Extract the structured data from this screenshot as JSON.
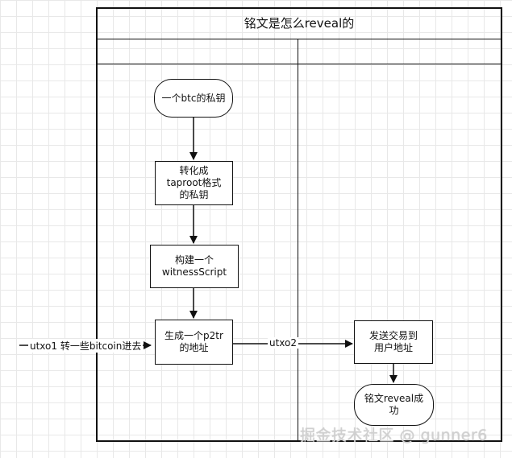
{
  "diagram": {
    "title": "铭文是怎么reveal的",
    "nodes": {
      "private_key": "一个btc的私钥",
      "taproot_key_line1": "转化成",
      "taproot_key_line2": "taproot格式",
      "taproot_key_line3": "的私钥",
      "witness_line1": "构建一个",
      "witness_line2": "witnessScript",
      "p2tr_line1": "生成一个p2tr",
      "p2tr_line2": "的地址",
      "send_tx_line1": "发送交易到",
      "send_tx_line2": "用户地址",
      "success_line1": "铭文reveal成",
      "success_line2": "功"
    },
    "edge_labels": {
      "utxo1": "utxo1 转一些bitcoin进去",
      "utxo2": "utxo2"
    },
    "watermark": "掘金技术社区 @ gunner6"
  }
}
